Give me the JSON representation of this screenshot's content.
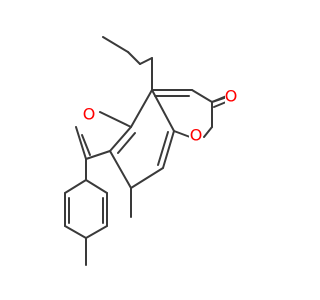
{
  "molecule": {
    "atom_labels": [
      {
        "id": "O_furan",
        "text": "O",
        "color": "#ff0000"
      },
      {
        "id": "O_lactone_ring",
        "text": "O",
        "color": "#ff0000"
      },
      {
        "id": "O_carbonyl",
        "text": "O",
        "color": "#ff0000"
      }
    ],
    "bond_color": "#3a3a3a",
    "background": "#ffffff"
  }
}
